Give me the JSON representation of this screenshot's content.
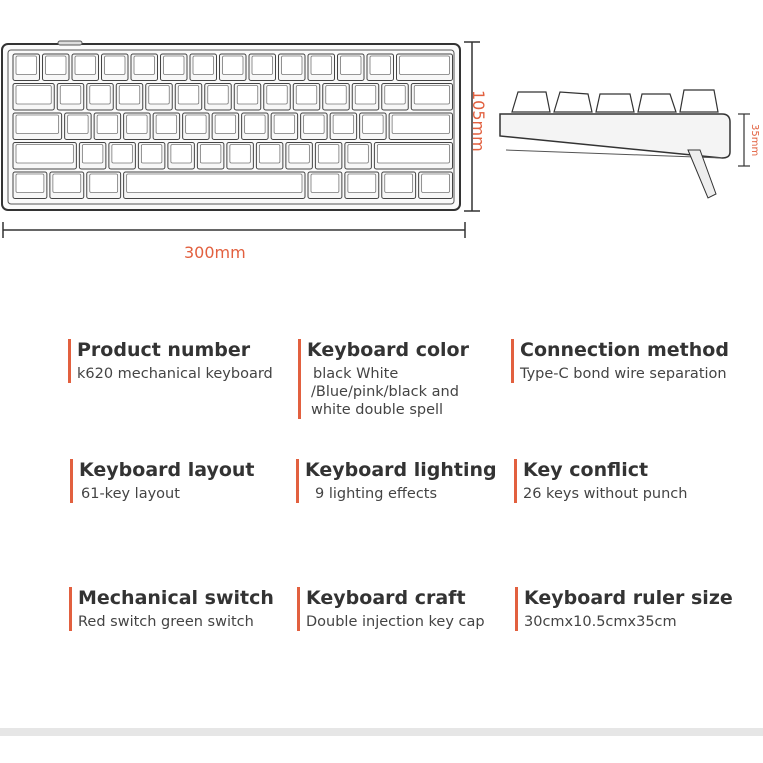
{
  "dimensions": {
    "width_label": "300mm",
    "height_label": "105mm",
    "depth_label": "35mm"
  },
  "specs": [
    {
      "title": "Product number",
      "value": "k620 mechanical keyboard"
    },
    {
      "title": "Keyboard color",
      "value_lines": [
        "black White",
        "/Blue/pink/black and",
        "white double spell"
      ]
    },
    {
      "title": "Connection method",
      "value": "Type-C bond wire separation"
    },
    {
      "title": "Keyboard layout",
      "value": "61-key layout"
    },
    {
      "title": "Keyboard lighting",
      "value": "9 lighting effects"
    },
    {
      "title": "Key conflict",
      "value": "26 keys without punch"
    },
    {
      "title": "Mechanical switch",
      "value": "Red switch green switch"
    },
    {
      "title": "Keyboard craft",
      "value": "Double injection key cap"
    },
    {
      "title": "Keyboard ruler size",
      "value": "30cmx10.5cmx35cm"
    }
  ],
  "colors": {
    "accent": "#e2603f",
    "title_text": "#333333",
    "body_text": "#444444",
    "line_art": "#333333"
  }
}
